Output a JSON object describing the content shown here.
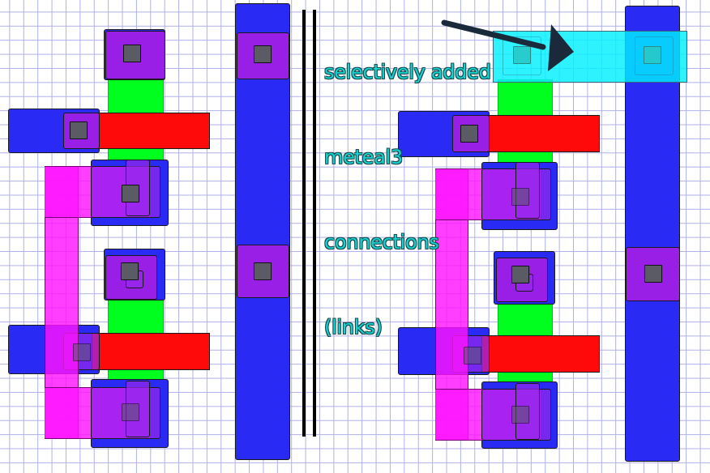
{
  "annotation": {
    "lines": [
      "selectively added",
      "meteal3",
      "connections",
      "(links)"
    ]
  },
  "colors": {
    "metal1": "#2a2af5",
    "poly": "#ff0a0a",
    "active": "#00ff1e",
    "via": "#9a1fe6",
    "metal2": "#ff14ff",
    "metal3": "#00f0ff",
    "contact": "#5b5b66",
    "annotation_text": "#14d2d2",
    "arrow": "#1a2a3a",
    "grid": "#b0b0e8"
  }
}
